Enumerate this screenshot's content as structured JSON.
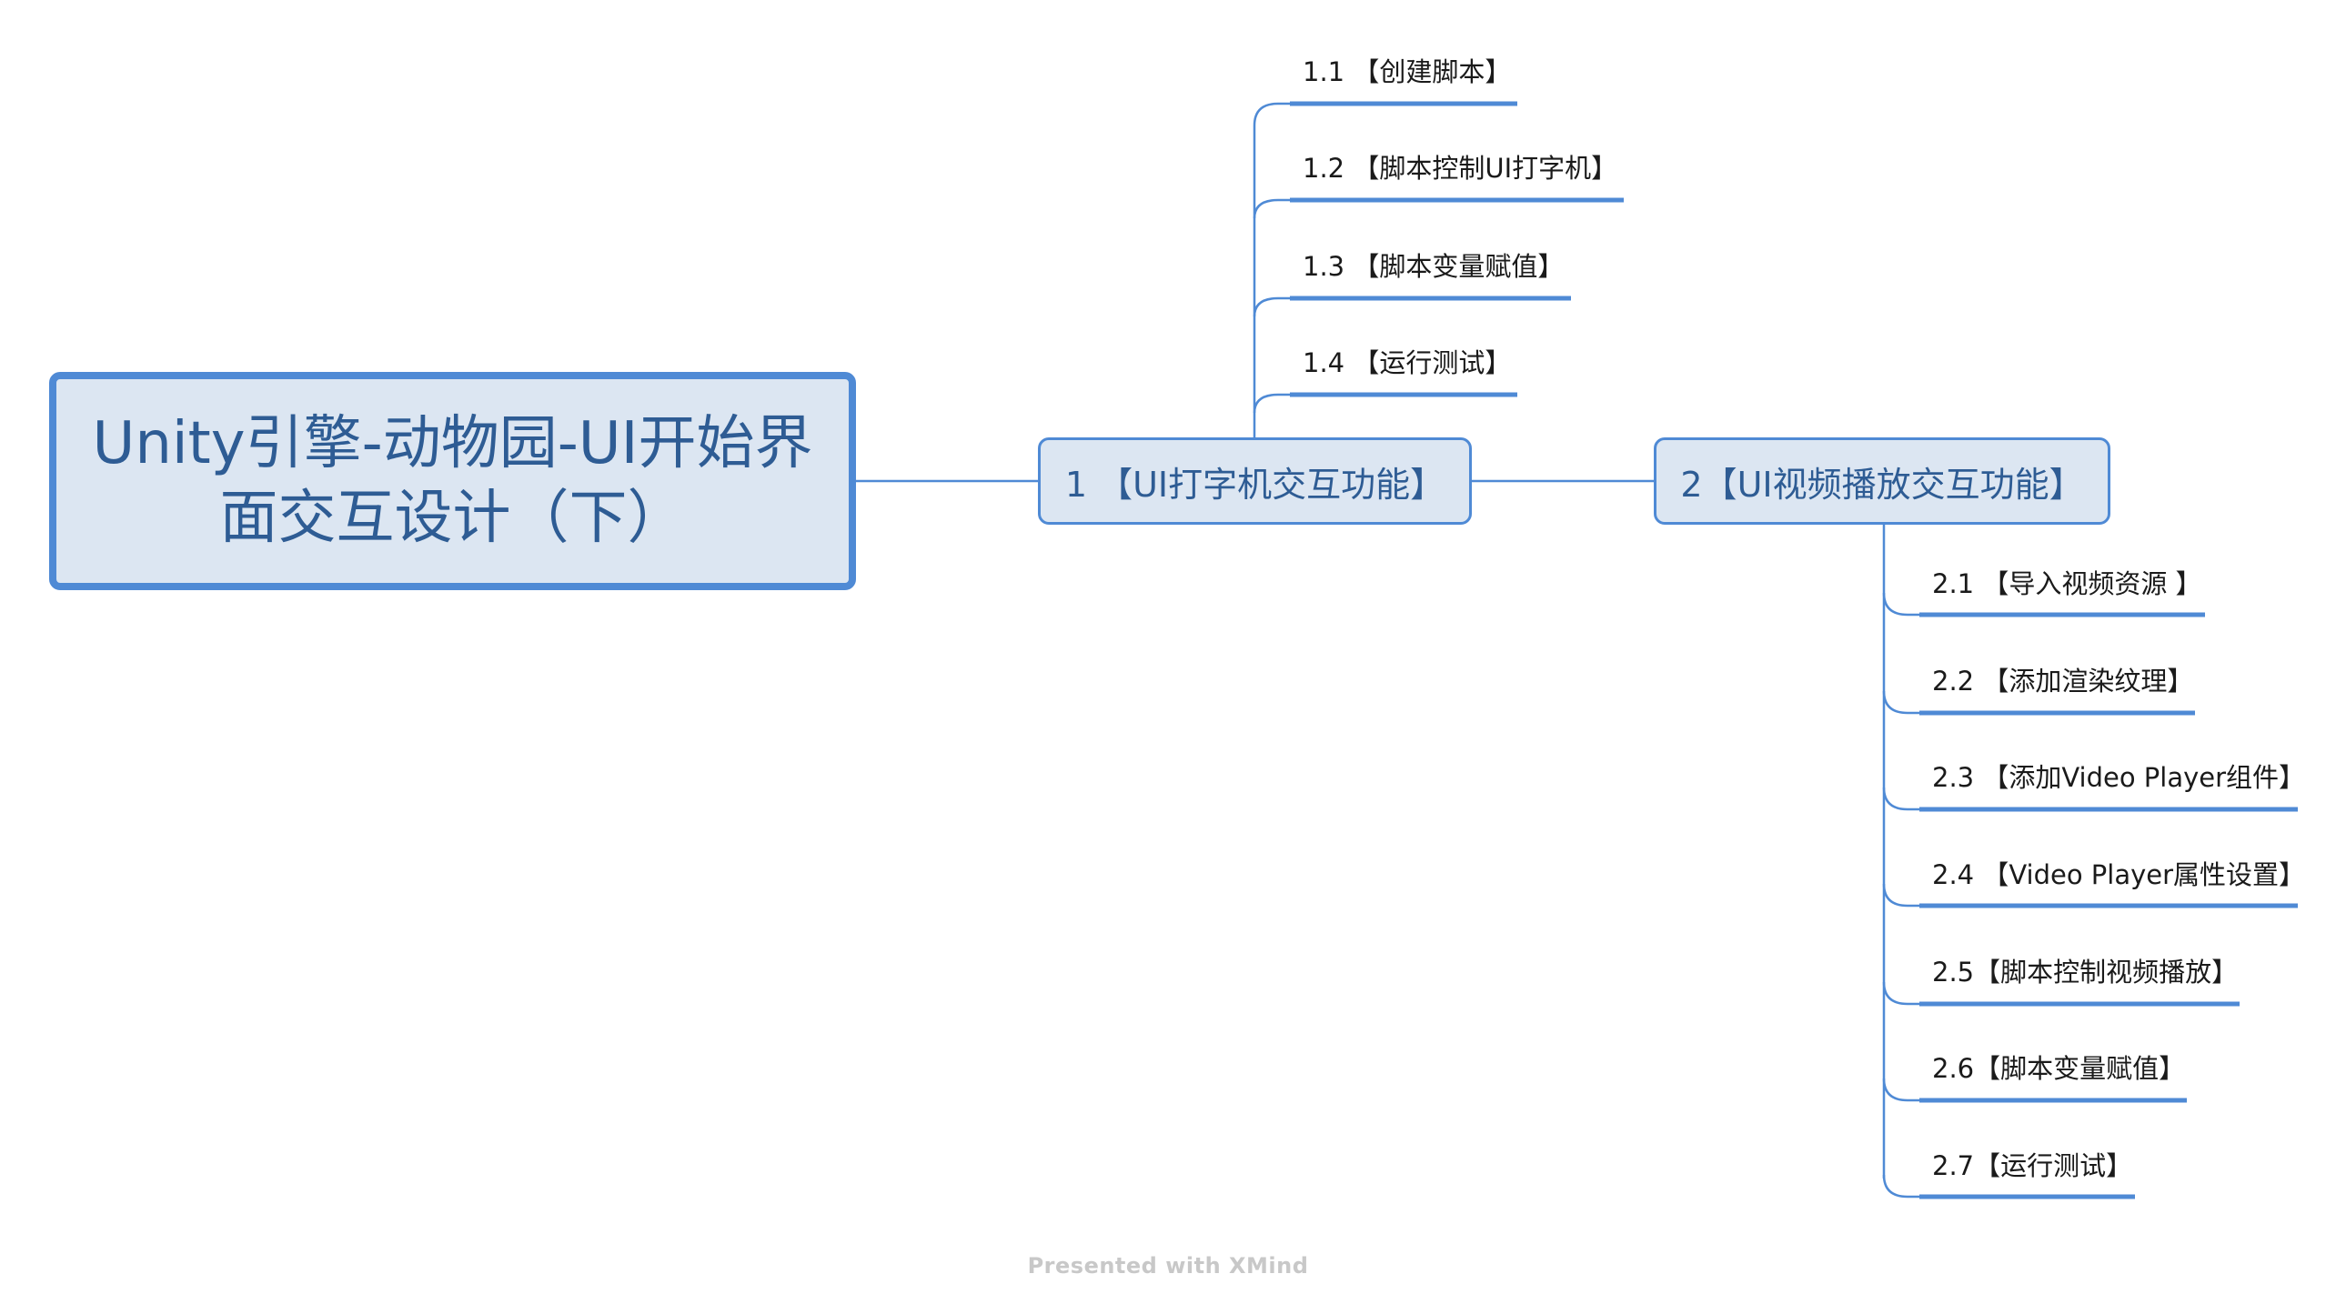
{
  "central": {
    "line1": "Unity引擎-动物园-UI开始界",
    "line2": "面交互设计（下）"
  },
  "topics": [
    {
      "label": "1 【UI打字机交互功能】",
      "subtopics": [
        "1.1 【创建脚本】",
        "1.2 【脚本控制UI打字机】",
        "1.3 【脚本变量赋值】",
        "1.4 【运行测试】"
      ]
    },
    {
      "label": "2【UI视频播放交互功能】",
      "subtopics": [
        "2.1 【导入视频资源 】",
        "2.2 【添加渲染纹理】",
        "2.3 【添加Video Player组件】",
        "2.4 【Video Player属性设置】",
        "2.5【脚本控制视频播放】",
        "2.6【脚本变量赋值】",
        "2.7【运行测试】"
      ]
    }
  ],
  "footer": "Presented with XMind",
  "colors": {
    "line": "#4f8ad5",
    "node_fill": "#dce6f2",
    "node_text": "#2e5c94"
  }
}
